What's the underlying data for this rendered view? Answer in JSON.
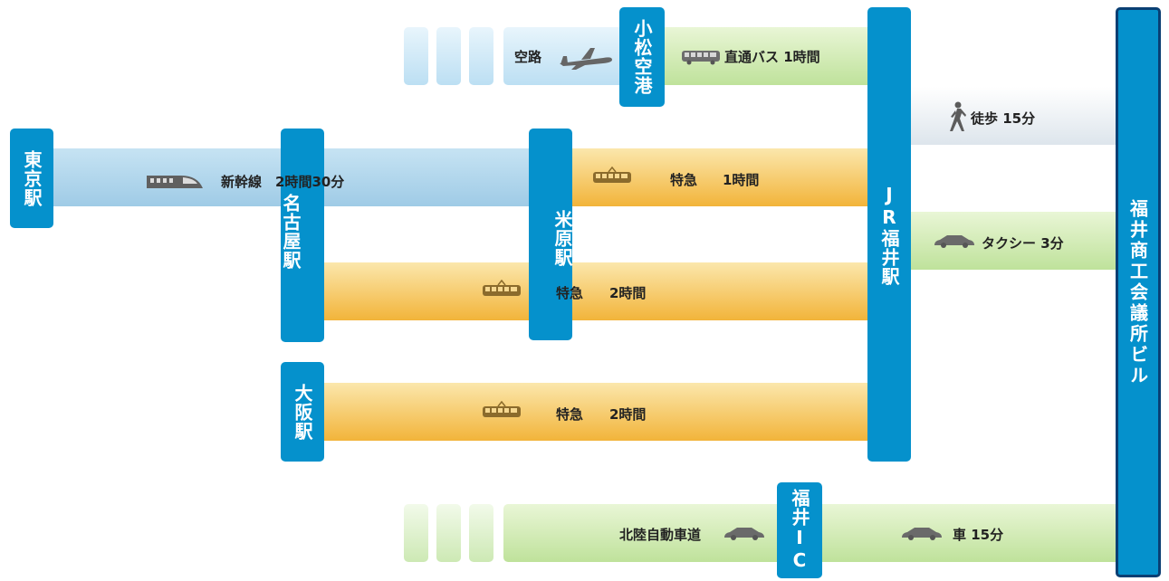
{
  "stations": {
    "tokyo": "東京駅",
    "nagoya": "名古屋駅",
    "maibara": "米原駅",
    "osaka": "大阪駅",
    "komatsu": "小松空港",
    "fukui_jr": "JR福井駅",
    "fukui_ic": "福井IC"
  },
  "destination": "福井商工会議所ビル",
  "routes": {
    "shinkansen": "新幹線　2時間30分",
    "air": "空路",
    "direct_bus": "直通バス 1時間",
    "walk": "徒歩 15分",
    "taxi": "タクシー 3分",
    "express_maibara_prefix": "特急",
    "express_maibara_time": "1時間",
    "express_nagoya_prefix": "特急",
    "express_nagoya_time": "2時間",
    "express_osaka_prefix": "特急",
    "express_osaka_time": "2時間",
    "expressway": "北陸自動車道",
    "car": "車 15分"
  },
  "icons": [
    "train-shinkansen-icon",
    "limited-express-train-icon",
    "airplane-icon",
    "bus-icon",
    "walking-person-icon",
    "car-icon"
  ]
}
